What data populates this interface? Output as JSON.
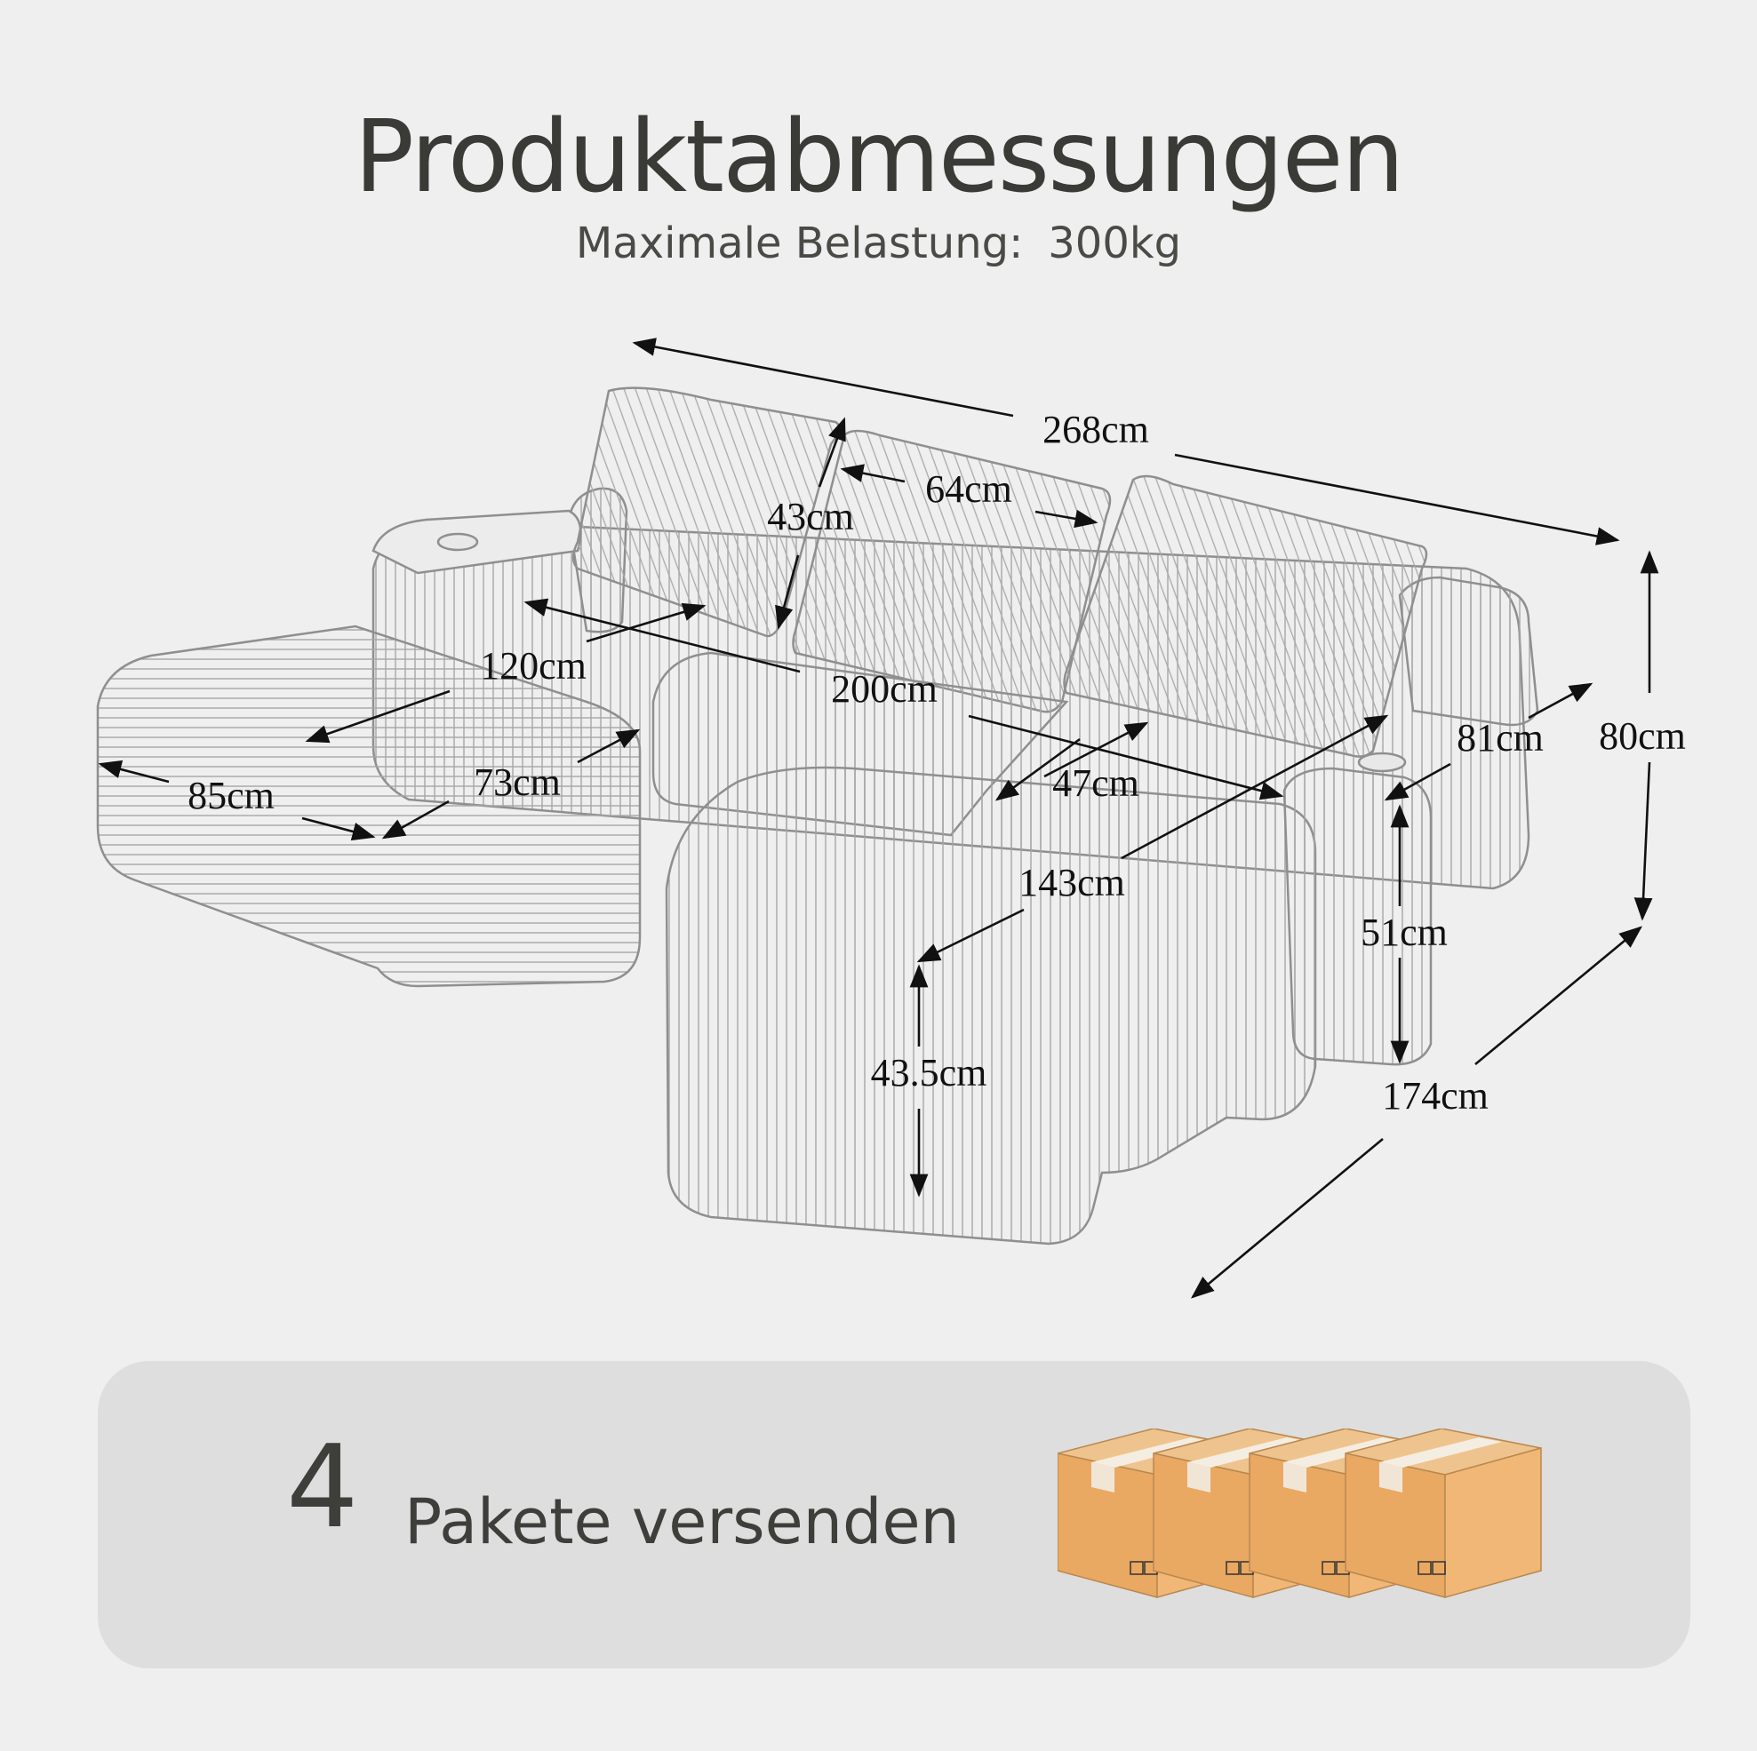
{
  "header": {
    "title": "Produktabmessungen",
    "load_label": "Maximale Belastung:",
    "load_value": "300kg"
  },
  "dimensions": {
    "total_width": "268cm",
    "cushion_width": "64cm",
    "cushion_height": "43cm",
    "seat_depth_left": "120cm",
    "seat_width": "200cm",
    "ottoman_width": "85cm",
    "ottoman_depth": "73cm",
    "seat_depth_center": "47cm",
    "armrest_depth": "81cm",
    "total_height": "80cm",
    "chaise_length": "143cm",
    "armrest_height": "51cm",
    "ottoman_height": "43.5cm",
    "total_depth": "174cm"
  },
  "shipping": {
    "count": "4",
    "label": "Pakete versenden",
    "box_icon": "cardboard-box-icon"
  },
  "colors": {
    "background": "#efefef",
    "panel": "#dedede",
    "text": "#3a3a36",
    "box": "#e6a45f"
  }
}
